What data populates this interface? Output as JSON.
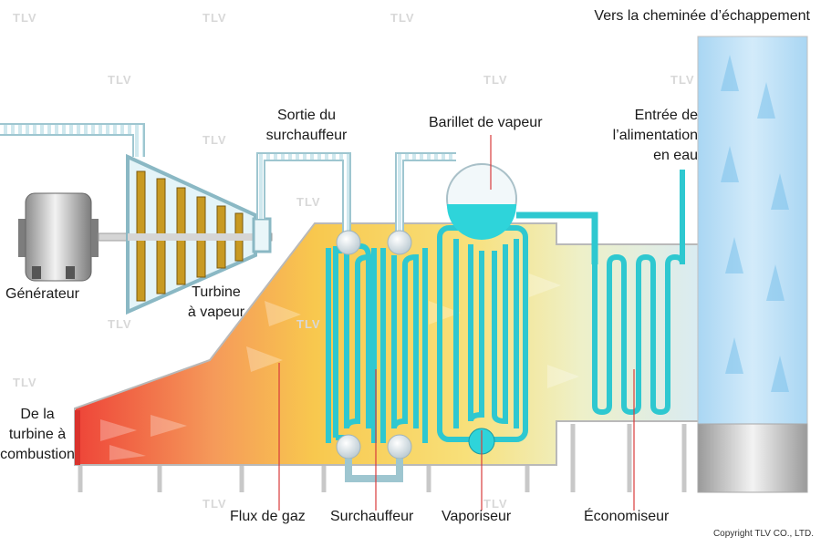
{
  "labels": {
    "exhaust": "Vers la cheminée d’échappement",
    "superheater_outlet": [
      "Sortie du",
      "surchauffeur"
    ],
    "steam_drum": "Barillet de vapeur",
    "feedwater_inlet": [
      "Entrée de",
      "l’alimentation",
      "en eau"
    ],
    "generator": "Générateur",
    "steam_turbine": [
      "Turbine",
      "à vapeur"
    ],
    "from_gas_turbine": [
      "De la",
      "turbine à",
      "combustion"
    ],
    "gas_flow": "Flux de gaz",
    "superheater": "Surchauffeur",
    "evaporator": "Vaporiseur",
    "economizer": "Économiseur"
  },
  "copyright": "Copyright TLV CO., LTD.",
  "watermark": "TLV",
  "colors": {
    "hot_gas": "#ef4a3a",
    "warm_gas": "#f9c94a",
    "cool_gas": "#f6f1b5",
    "stack_blue": "#bfe0f5",
    "water": "#33d6dc",
    "steam_pipe": "#d6eef3"
  }
}
